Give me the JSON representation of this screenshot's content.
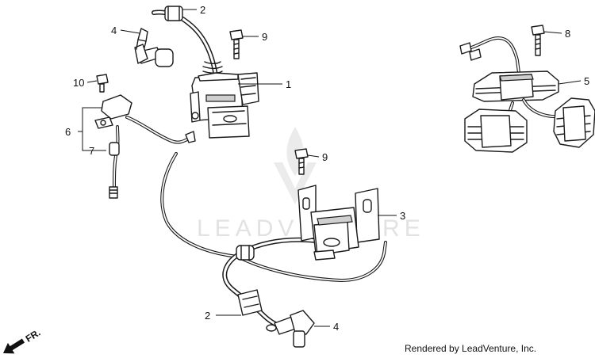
{
  "diagram": {
    "callouts": [
      {
        "id": "c1",
        "text": "1"
      },
      {
        "id": "c2a",
        "text": "2"
      },
      {
        "id": "c2b",
        "text": "2"
      },
      {
        "id": "c3",
        "text": "3"
      },
      {
        "id": "c4a",
        "text": "4"
      },
      {
        "id": "c4b",
        "text": "4"
      },
      {
        "id": "c5",
        "text": "5"
      },
      {
        "id": "c6",
        "text": "6"
      },
      {
        "id": "c7",
        "text": "7"
      },
      {
        "id": "c8",
        "text": "8"
      },
      {
        "id": "c9a",
        "text": "9"
      },
      {
        "id": "c9b",
        "text": "9"
      },
      {
        "id": "c10",
        "text": "10"
      }
    ],
    "front_arrow_label": "FR.",
    "credit": "Rendered by LeadVenture, Inc.",
    "watermark": "LEADVENTURE"
  },
  "colors": {
    "line": "#1a1a1a",
    "background": "#ffffff",
    "watermark": "#969696"
  }
}
